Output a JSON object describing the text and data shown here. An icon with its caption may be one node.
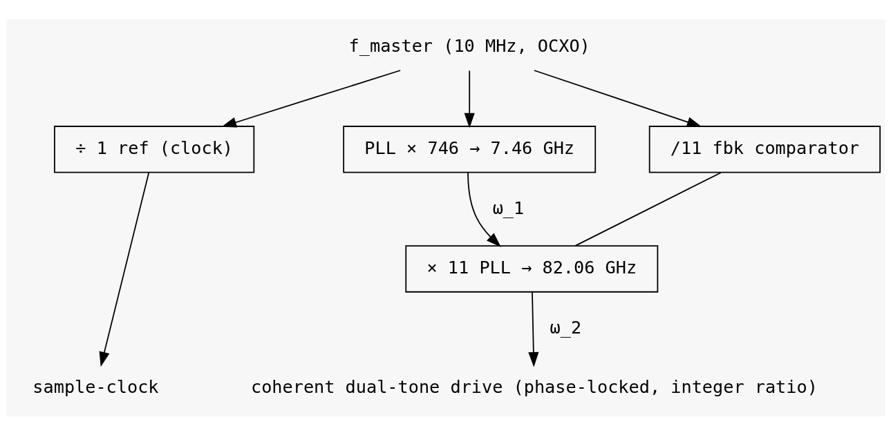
{
  "diagram": {
    "nodes": [
      {
        "text": [
          "f_master (10 MHz, OCXO)"
        ]
      },
      {
        "text": [
          "÷ 1 ref (clock)"
        ]
      },
      {
        "text": [
          "PLL × 746 → 7.46 GHz"
        ]
      },
      {
        "text": [
          "/11 fbk comparator"
        ]
      },
      {
        "text": [
          "× 11 PLL → 82.06 GHz"
        ]
      },
      {
        "text": [
          "sample-clock"
        ]
      },
      {
        "text": [
          "coherent dual-tone drive (phase-locked, integer ratio)"
        ]
      }
    ],
    "edges": [
      {
        "from": 0,
        "to": 1,
        "arrow": "to"
      },
      {
        "from": 0,
        "to": 2,
        "arrow": "to"
      },
      {
        "from": 0,
        "to": 3,
        "arrow": "to"
      },
      {
        "from": 2,
        "to": 4,
        "arrow": "to",
        "label": "ω_1"
      },
      {
        "from": 4,
        "to": 3,
        "arrow": "none"
      },
      {
        "from": 1,
        "to": 5,
        "arrow": "to"
      },
      {
        "from": 4,
        "to": 6,
        "arrow": "to",
        "label": "ω_2"
      }
    ]
  }
}
